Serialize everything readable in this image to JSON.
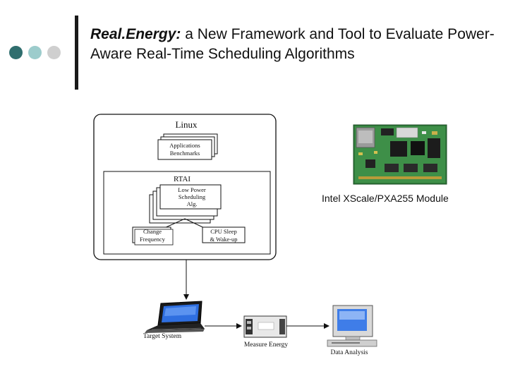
{
  "slide": {
    "title_bold": "Real.Energy:",
    "title_rest": " a New Framework and Tool to Evaluate Power-Aware Real-Time Scheduling Algorithms",
    "dot_colors": [
      "#2f6e6e",
      "#9ccccc",
      "#cfcfcf"
    ]
  },
  "diagram": {
    "linux_label": "Linux",
    "applications_line1": "Applications",
    "applications_line2": "Benchmarks",
    "rtai_label": "RTAI",
    "low_power_line1": "Low Power",
    "low_power_line2": "Scheduling",
    "low_power_line3": "Alg.",
    "change_freq_line1": "Change",
    "change_freq_line2": "Frequency",
    "cpu_sleep_line1": "CPU Sleep",
    "cpu_sleep_line2": "& Wake-up",
    "target_system": "Target System",
    "measure_energy": "Measure Energy",
    "data_analysis": "Data Analysis",
    "module_caption": "Intel XScale/PXA255 Module"
  }
}
